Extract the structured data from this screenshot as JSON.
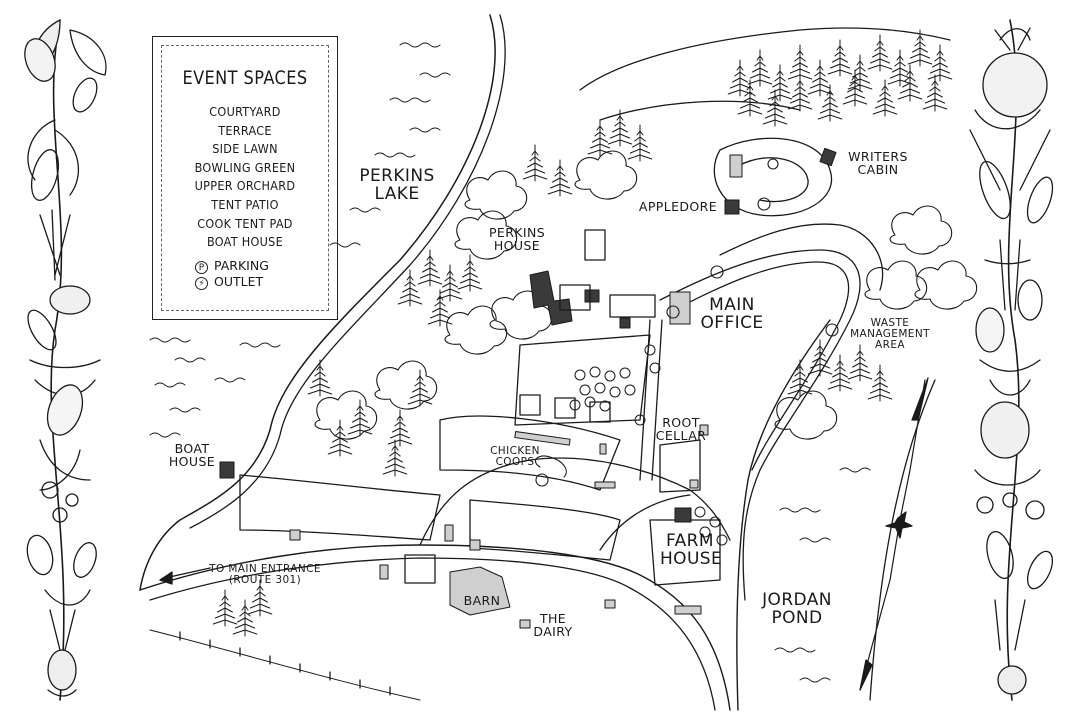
{
  "legend": {
    "title": "EVENT SPACES",
    "spaces": [
      "COURTYARD",
      "TERRACE",
      "SIDE LAWN",
      "BOWLING GREEN",
      "UPPER ORCHARD",
      "TENT PATIO",
      "COOK TENT PAD",
      "BOAT HOUSE"
    ],
    "parking_label": "PARKING",
    "outlet_label": "OUTLET",
    "parking_symbol": "P",
    "outlet_symbol": "⚡"
  },
  "labels": {
    "perkins_lake": "PERKINS\nLAKE",
    "perkins_house": "PERKINS\nHOUSE",
    "appledore": "APPLEDORE",
    "writers_cabin": "WRITERS\nCABIN",
    "main_office": "MAIN\nOFFICE",
    "waste_management": "WASTE\nMANAGEMENT\nAREA",
    "boat_house": "BOAT\nHOUSE",
    "root_cellar": "ROOT\nCELLAR",
    "chicken_coops": "CHICKEN\nCOOPS",
    "farm_house": "FARM\nHOUSE",
    "main_entrance": "TO MAIN ENTRANCE\n(ROUTE 301)",
    "barn": "BARN",
    "the_dairy": "THE\nDAIRY",
    "jordan_pond": "JORDAN\nPOND"
  },
  "colors": {
    "ink": "#1a1a1a",
    "paper": "#ffffff"
  }
}
